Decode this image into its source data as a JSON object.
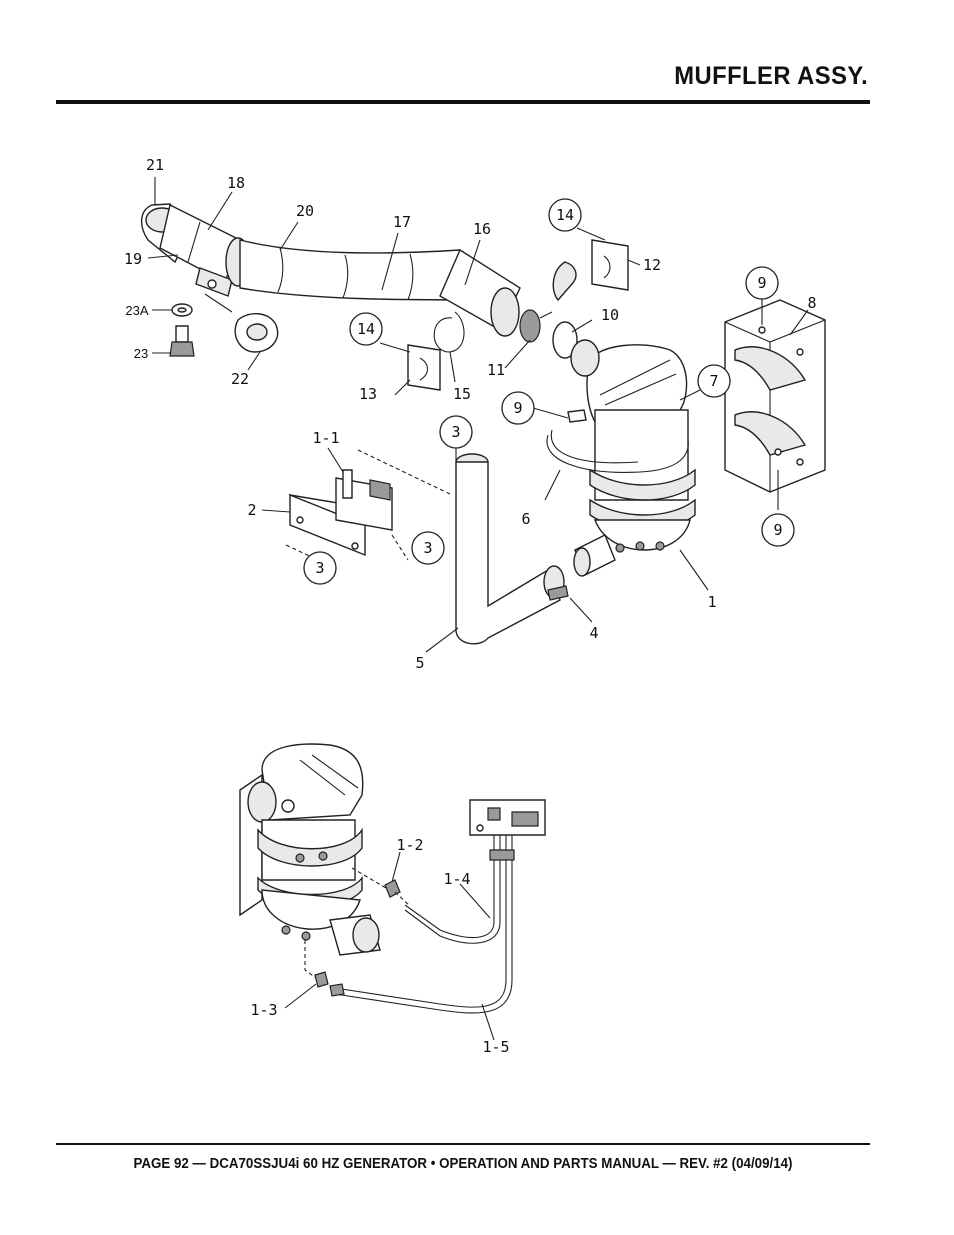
{
  "header": {
    "title": "MUFFLER ASSY."
  },
  "footer": {
    "text": "PAGE 92 — DCA70SSJU4i 60 HZ GENERATOR • OPERATION AND PARTS MANUAL — REV. #2 (04/09/14)"
  },
  "callouts": {
    "c21": "21",
    "c18": "18",
    "c20": "20",
    "c17": "17",
    "c16": "16",
    "c19": "19",
    "c23a": "23A",
    "c23": "23",
    "c22": "22",
    "c14a": "14",
    "c13": "13",
    "c15": "15",
    "c11": "11",
    "c10": "10",
    "c14b": "14",
    "c12": "12",
    "c9a": "9",
    "c8": "8",
    "c7": "7",
    "c9b": "9",
    "c6": "6",
    "c9c": "9",
    "c1": "1",
    "c4": "4",
    "c5": "5",
    "c3a": "3",
    "c1_1": "1-1",
    "c2": "2",
    "c3b": "3",
    "c3c": "3",
    "c1_2": "1-2",
    "c1_4": "1-4",
    "c1_3": "1-3",
    "c1_5": "1-5"
  }
}
